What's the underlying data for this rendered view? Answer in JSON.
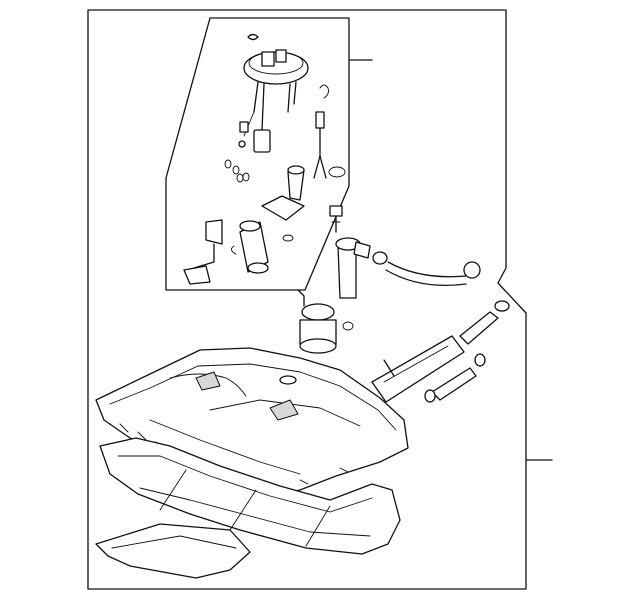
{
  "diagram": {
    "kind": "exploded parts diagram",
    "line_color": "#111111",
    "background": "#ffffff",
    "callouts": [
      "pump-assembly-leader",
      "tank-assembly-leader"
    ],
    "components": [
      "fuel-pump-bracket",
      "fuel-sender-float",
      "fuel-pump-motor",
      "fuel-filter",
      "fuel-filler-pipe",
      "vent-hose",
      "vapor-canister",
      "tube-set",
      "fuel-tank",
      "tank-straps",
      "heat-shield"
    ]
  }
}
